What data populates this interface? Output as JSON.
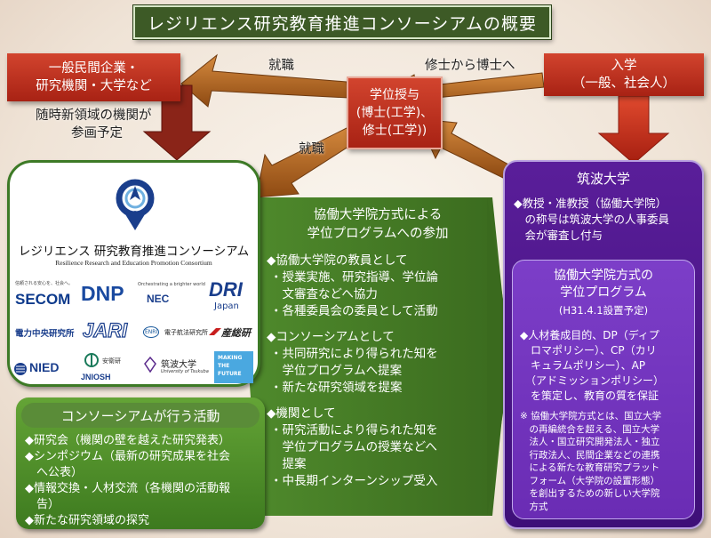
{
  "title": "レジリエンス研究教育推進コンソーシアムの概要",
  "left_box": {
    "line1": "一般民間企業・",
    "line2": "研究機関・大学など"
  },
  "right_box": {
    "line1": "入学",
    "line2": "（一般、社会人）"
  },
  "center_box": {
    "line1": "学位授与",
    "line2": "(博士(工学)、",
    "line3": "修士(工学))"
  },
  "arrows": {
    "top_left": "就職",
    "mid_left": "就職",
    "top_right": "修士から博士へ",
    "new_domain_1": "随時新領域の機関が",
    "new_domain_2": "参画予定"
  },
  "consortium": {
    "name_ja": "レジリエンス 研究教育推進コンソーシアム",
    "name_en": "Resilience Research and Education Promotion Consortium"
  },
  "logos": {
    "secom_tag": "信頼される安心を、社会へ。",
    "secom": "SECOM",
    "dnp": "DNP",
    "nec_tag": "Orchestrating a brighter world",
    "nec": "NEC",
    "dri": "DRI",
    "dri_sub": "Japan",
    "denchu": "電力中央研究所",
    "jari": "JARI",
    "enri_mark": "ENRI",
    "enri": "電子航法研究所",
    "aist": "産総研",
    "nied": "NIED",
    "jniosh_sub": "安衛研",
    "jniosh": "JNIOSH",
    "tsukuba_ja": "筑波大学",
    "tsukuba_en": "University of Tsukuba",
    "nfuture_1": "MAKING",
    "nfuture_2": "THE",
    "nfuture_3": "FUTURE"
  },
  "activities": {
    "title": "コンソーシアムが行う活動",
    "items": [
      [
        "◆研究会（機関の壁を越えた研究発表）"
      ],
      [
        "◆シンポジウム（最新の研究成果を社会",
        "　へ公表）"
      ],
      [
        "◆情報交換・人材交流（各機関の活動報",
        "　告）"
      ],
      [
        "◆新たな研究領域の探究"
      ]
    ]
  },
  "middle": {
    "heading1": "協働大学院方式による",
    "heading2": "学位プログラムへの参加",
    "section1_title": "◆協働大学院の教員として",
    "section1_lines": [
      "・授業実施、研究指導、学位論",
      "　文審査などへ協力",
      "・各種委員会の委員として活動"
    ],
    "section2_title": "◆コンソーシアムとして",
    "section2_lines": [
      "・共同研究により得られた知を",
      "　学位プログラムへ提案",
      "・新たな研究領域を提案"
    ],
    "section3_title": "◆機関として",
    "section3_lines": [
      "・研究活動により得られた知を",
      "　学位プログラムの授業などへ",
      "　提案",
      "・中長期インターンシップ受入"
    ]
  },
  "tsukuba": {
    "title": "筑波大学",
    "lines": [
      "◆教授・准教授（協働大学院）",
      "　の称号は筑波大学の人事委員",
      "　会が審査し付与"
    ],
    "program_title1": "協働大学院方式の",
    "program_title2": "学位プログラム",
    "program_sub": "(H31.4.1設置予定)",
    "program_lines": [
      "◆人材養成目的、DP（ディプ",
      "　ロマポリシー）、CP（カリ",
      "　キュラムポリシー）、AP",
      "　（アドミッションポリシー）",
      "　を策定し、教育の質を保証"
    ],
    "note_lines": [
      "※ 協働大学院方式とは、国立大学",
      "　の再編統合を超える、国立大学",
      "　法人・国立研究開発法人・独立",
      "　行政法人、民間企業などの連携",
      "　による新たな教育研究プラット",
      "　フォーム（大学院の設置形態）",
      "　を創出するための新しい大学院",
      "　方式"
    ]
  },
  "colors": {
    "dark_green": "#3d5a26",
    "red": "#c0321f",
    "purple": "#4a1488",
    "brown": "#9a5216",
    "green": "#4f8f2a"
  }
}
